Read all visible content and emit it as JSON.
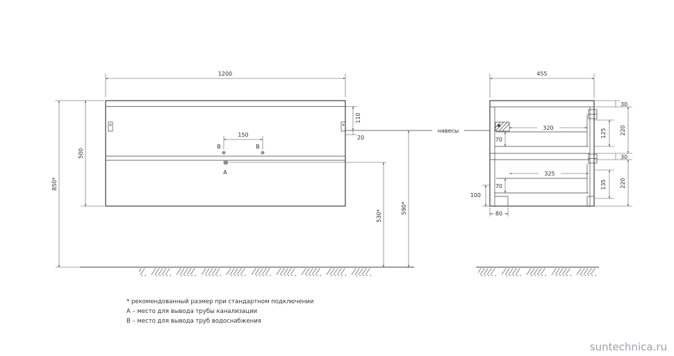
{
  "front_view": {
    "dim_width": "1200",
    "dim_height": "500",
    "dim_install_height": "850*",
    "dim_top_offset": "110",
    "dim_hanger_gap": "20",
    "dim_b_spacing": "150",
    "point_a": "A",
    "point_b_left": "B",
    "point_b_right": "B",
    "dim_a_height": "530*",
    "dim_hanger_height": "590*"
  },
  "side_view": {
    "dim_depth": "455",
    "dim_top_rail": "30",
    "dim_drawer1_depth": "320",
    "dim_drawer1_inner_height": "125",
    "dim_drawer1_height": "220",
    "dim_drawer1_offset": "70",
    "dim_divider": "30",
    "dim_drawer2_depth": "325",
    "dim_drawer2_inner_height": "135",
    "dim_drawer2_height": "220",
    "dim_drawer2_offset": "70",
    "dim_bottom_offset": "100",
    "dim_back_offset": "80"
  },
  "labels": {
    "hangers": "навесы"
  },
  "notes": {
    "recommended": "* рекомендованный размер при стандартном подключении",
    "point_a": "A – место для вывода трубы канализации",
    "point_b": "B – место для вывода труб водоснабжения"
  },
  "watermark": "suntechnica.ru",
  "colors": {
    "line": "#3c3c3c",
    "dim": "#4a4a4a",
    "muted_dot": "#8f8f8f",
    "watermark": "#9aa2a8",
    "background": "#ffffff"
  }
}
